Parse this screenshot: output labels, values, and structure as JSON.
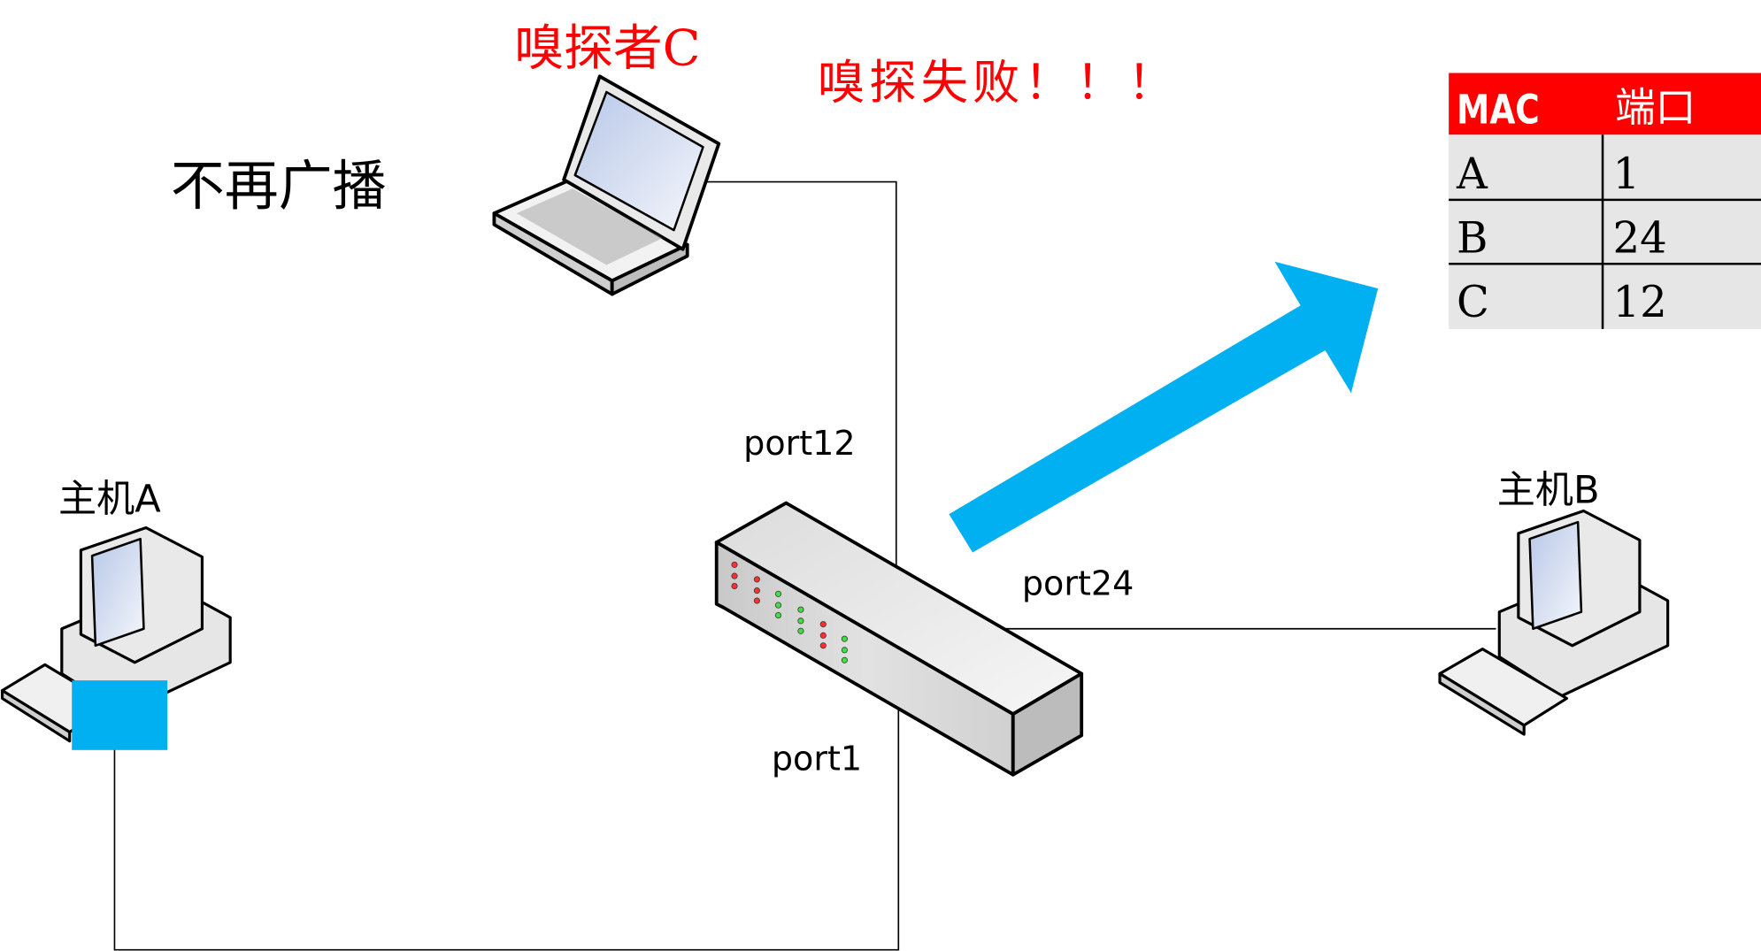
{
  "labels": {
    "sniffer": "嗅探者C",
    "sniff_failed": "嗅探失败！！！",
    "no_broadcast": "不再广播",
    "host_a": "主机A",
    "host_b": "主机B",
    "port12": "port12",
    "port24": "port24",
    "port1": "port1"
  },
  "mac_table": {
    "headers": [
      "MAC",
      "端口"
    ],
    "rows": [
      {
        "mac": "A",
        "port": "1"
      },
      {
        "mac": "B",
        "port": "24"
      },
      {
        "mac": "C",
        "port": "12"
      }
    ]
  },
  "colors": {
    "alert_red": "#ff0000",
    "arrow_blue": "#00b0f0",
    "table_header": "#ff0000",
    "table_body": "#e6e6e6"
  }
}
